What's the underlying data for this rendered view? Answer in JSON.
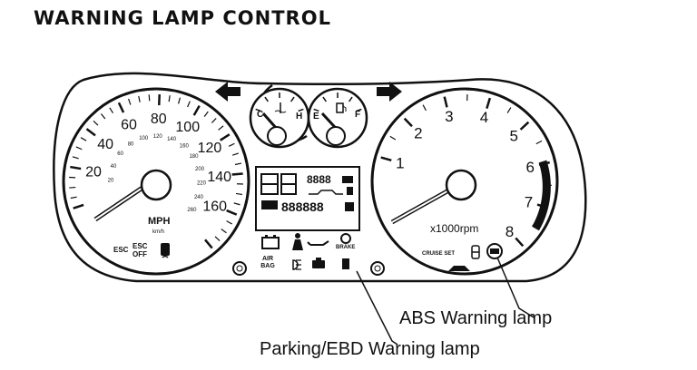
{
  "title": "WARNING LAMP CONTROL",
  "speedometer": {
    "major_labels": [
      "20",
      "40",
      "60",
      "80",
      "100",
      "120",
      "140",
      "160"
    ],
    "km_labels": [
      "20",
      "40",
      "60",
      "80",
      "100",
      "120",
      "140",
      "160",
      "180",
      "200",
      "220",
      "240",
      "260"
    ],
    "unit": "MPH",
    "unit_sub": "km/h",
    "esc_label": "ESC",
    "esc_off_label": "ESC OFF"
  },
  "tachometer": {
    "labels": [
      "1",
      "2",
      "3",
      "4",
      "5",
      "6",
      "7",
      "8"
    ],
    "unit": "x1000rpm",
    "cruise_label": "CRUISE SET"
  },
  "temp_gauge": {
    "low": "C",
    "high": "H"
  },
  "fuel_gauge": {
    "low": "E",
    "high": "F"
  },
  "display": {
    "top_digits": "8888",
    "odo_digits": "888888",
    "airbag_label": "AIR BAG",
    "brake_label": "BRAKE"
  },
  "callouts": {
    "abs": "ABS Warning lamp",
    "parking": "Parking/EBD Warning lamp"
  }
}
